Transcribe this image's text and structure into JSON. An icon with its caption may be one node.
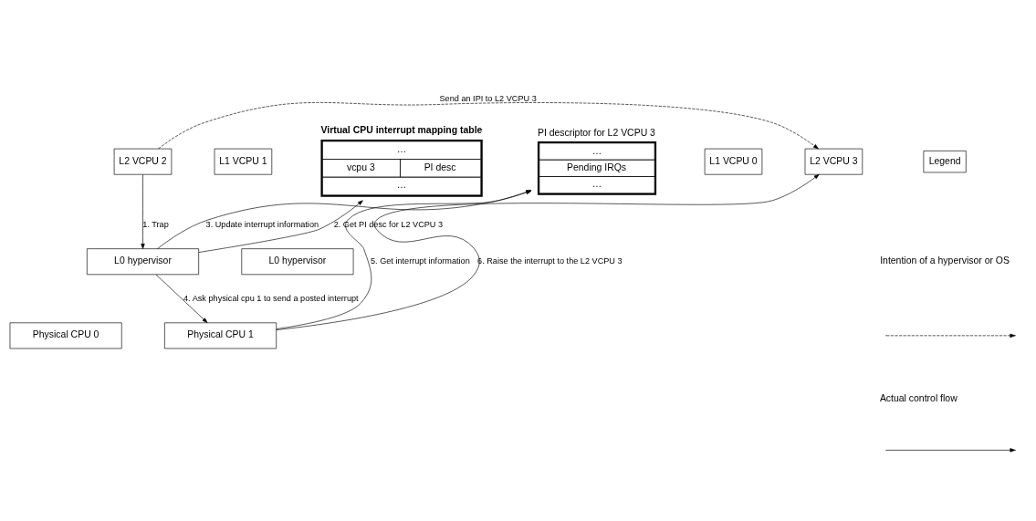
{
  "diagram": {
    "nodes": [
      {
        "text": [
          "L2 VCPU 2"
        ]
      },
      {
        "text": [
          "L1 VCPU 1"
        ]
      },
      {
        "text": [
          "Virtual CPU interrupt mapping table",
          "…",
          "vcpu 3",
          "PI desc",
          "…"
        ]
      },
      {
        "text": [
          "PI descriptor for L2 VCPU 3",
          "…",
          "Pending IRQs",
          "…"
        ]
      },
      {
        "text": [
          "L1 VCPU 0"
        ]
      },
      {
        "text": [
          "L2 VCPU 3"
        ]
      },
      {
        "text": [
          "L0 hypervisor"
        ]
      },
      {
        "text": [
          "Physical CPU 0"
        ]
      },
      {
        "text": [
          "L0 hypervisor"
        ]
      },
      {
        "text": [
          "Physical CPU 1"
        ]
      }
    ],
    "edges": [
      {
        "from": 0,
        "to": 5,
        "arrow": "to",
        "style": "dashed",
        "label": "Send an IPI to L2 VCPU 3"
      },
      {
        "from": 0,
        "to": 6,
        "arrow": "to",
        "label": "1. Trap"
      },
      {
        "from": 6,
        "to": 2,
        "arrow": "to",
        "label": "2. Get PI desc for L2 VCPU 3"
      },
      {
        "from": 6,
        "to": 3,
        "arrow": "to",
        "label": "3. Update interrupt information"
      },
      {
        "from": 6,
        "to": 9,
        "arrow": "to",
        "label": "4. Ask physical cpu 1 to send a posted interrupt"
      },
      {
        "from": 9,
        "to": 3,
        "arrow": "to",
        "label": "5. Get interrupt information"
      },
      {
        "from": 9,
        "to": 5,
        "arrow": "to",
        "label": "6. Raise the interrupt to the L2 VCPU 3"
      }
    ],
    "labels": [
      "Legend"
    ],
    "legend": [
      {
        "text": "Intention of a hypervisor or OS"
      },
      {
        "text": "Actual control flow"
      }
    ]
  }
}
